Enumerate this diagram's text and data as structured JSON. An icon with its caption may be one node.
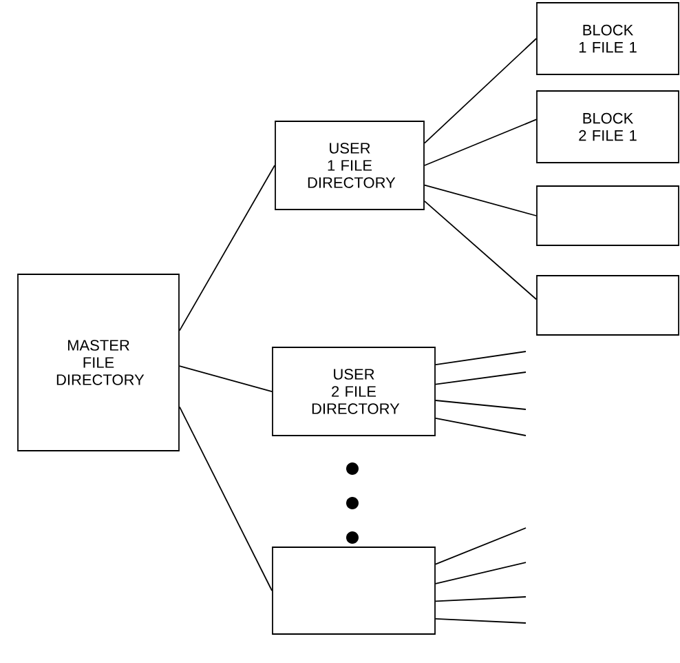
{
  "diagram": {
    "nodes": [
      {
        "text": [
          "MASTER FILE DIRECTORY"
        ]
      },
      {
        "text": [
          "USER 1 FILE DIRECTORY"
        ]
      },
      {
        "text": [
          "USER 2 FILE DIRECTORY"
        ]
      },
      {
        "text": [],
        "shape": "box"
      },
      {
        "text": [
          "BLOCK 1 FILE 1"
        ]
      },
      {
        "text": [
          "BLOCK 2 FILE 1"
        ]
      },
      {
        "text": [],
        "shape": "box"
      },
      {
        "text": [],
        "shape": "box"
      }
    ],
    "edges": [
      {
        "from": 0,
        "to": 1,
        "arrow": "none"
      },
      {
        "from": 0,
        "to": 2,
        "arrow": "none"
      },
      {
        "from": 0,
        "to": 3,
        "arrow": "none"
      },
      {
        "from": 1,
        "to": 4,
        "arrow": "none"
      },
      {
        "from": 1,
        "to": 5,
        "arrow": "none"
      },
      {
        "from": 1,
        "to": 6,
        "arrow": "none"
      },
      {
        "from": 1,
        "to": 7,
        "arrow": "none"
      },
      {
        "from": 2,
        "to": null,
        "arrow": "none"
      },
      {
        "from": 2,
        "to": null,
        "arrow": "none"
      },
      {
        "from": 2,
        "to": null,
        "arrow": "none"
      },
      {
        "from": 2,
        "to": null,
        "arrow": "none"
      },
      {
        "from": 3,
        "to": null,
        "arrow": "none"
      },
      {
        "from": 3,
        "to": null,
        "arrow": "none"
      },
      {
        "from": 3,
        "to": null,
        "arrow": "none"
      },
      {
        "from": 3,
        "to": null,
        "arrow": "none"
      }
    ]
  }
}
